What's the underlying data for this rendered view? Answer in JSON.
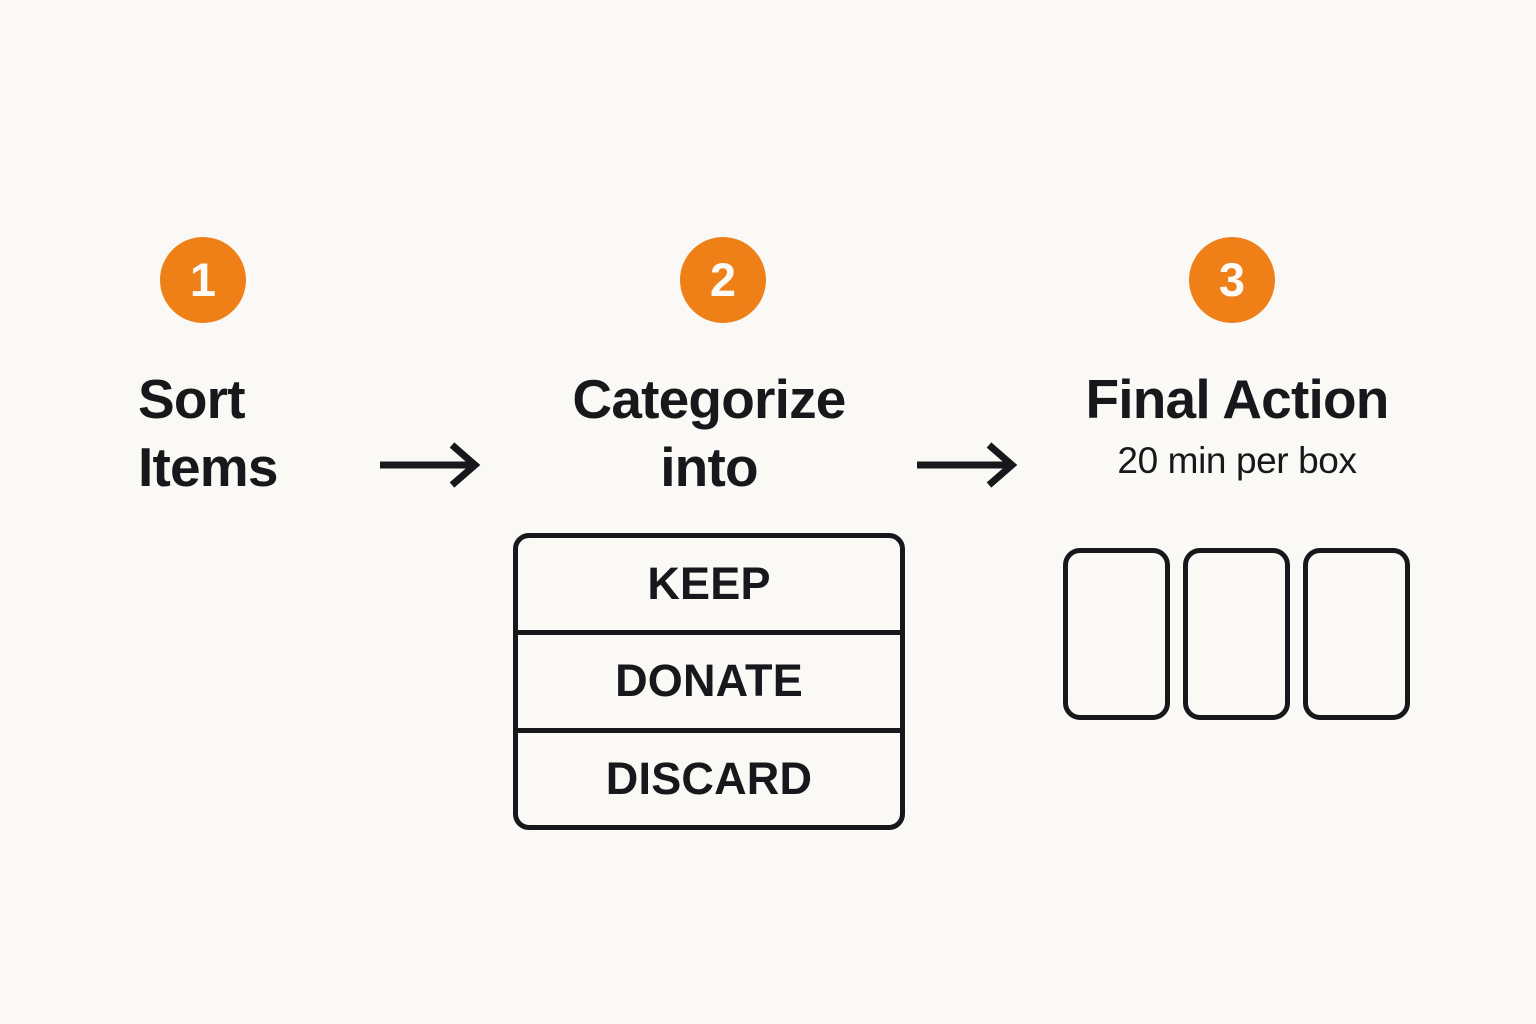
{
  "diagram": {
    "background_color": "#faf9f5",
    "accent_color": "#ef8017",
    "ink_color": "#17181c",
    "steps": [
      {
        "number": "1",
        "title": "Sort\nItems",
        "subtitle": "",
        "badge_name": "step-badge-1"
      },
      {
        "number": "2",
        "title": "Categorize\ninto",
        "subtitle": "",
        "badge_name": "step-badge-2"
      },
      {
        "number": "3",
        "title": "Final Action",
        "subtitle": "20 min per box",
        "badge_name": "step-badge-3"
      }
    ],
    "connectors": [
      {
        "name": "arrow-step1-to-step2",
        "glyph": "arrow-right-icon"
      },
      {
        "name": "arrow-step2-to-step3",
        "glyph": "arrow-right-icon"
      }
    ],
    "category_box": {
      "rows": [
        {
          "label": "KEEP"
        },
        {
          "label": "DONATE"
        },
        {
          "label": "DISCARD"
        }
      ]
    },
    "final_boxes": [
      {
        "label": ""
      },
      {
        "label": ""
      },
      {
        "label": ""
      }
    ]
  }
}
